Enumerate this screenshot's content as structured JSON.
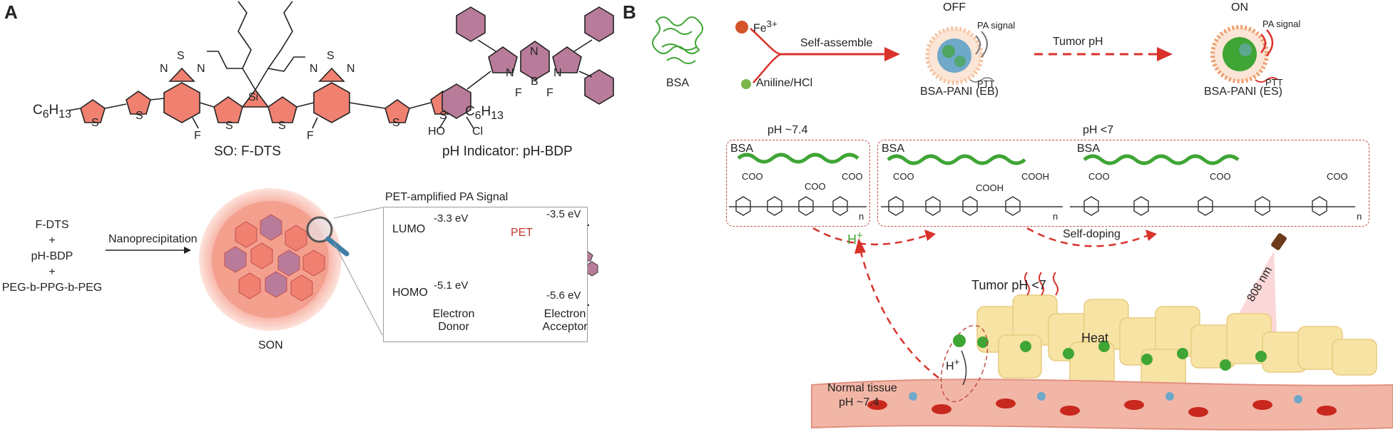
{
  "panel_a": {
    "letter": "A",
    "so_label": "SO: F-DTS",
    "ph_label": "pH Indicator: pH-BDP",
    "formula_sub": "6",
    "formula_sub2": "13",
    "atoms": {
      "S": "S",
      "N": "N",
      "Si": "Si",
      "F": "F",
      "B": "B",
      "HO": "HO",
      "Cl": "Cl"
    },
    "mixture": [
      "F-DTS",
      "+",
      "pH-BDP",
      "+",
      "PEG-b-PPG-b-PEG"
    ],
    "process_label": "Nanoprecipitation",
    "particle_label": "SON",
    "inset": {
      "title": "PET-amplified PA Signal",
      "lumo": "LUMO",
      "homo": "HOMO",
      "donor_lumo": "-3.3 eV",
      "donor_homo": "-5.1 eV",
      "acceptor_lumo": "-3.5 eV",
      "acceptor_homo": "-5.6 eV",
      "pet": "PET",
      "donor_line1": "Electron",
      "donor_line2": "Donor",
      "acceptor_line1": "Electron",
      "acceptor_line2": "Acceptor"
    }
  },
  "panel_b": {
    "letter": "B",
    "bsa": "BSA",
    "fe": "Fe",
    "fe_sup": "3+",
    "aniline": "Aniline/HCl",
    "self_assemble": "Self-assemble",
    "off": "OFF",
    "on": "ON",
    "pa_signal": "PA signal",
    "ptt": "PTT",
    "tumor_ph_arrow": "Tumor pH",
    "eb_label": "BSA-PANI (EB)",
    "es_label": "BSA-PANI (ES)",
    "ph_74": "pH ~7.4",
    "ph_lt7": "pH <7",
    "coo": "COO",
    "cooh": "COOH",
    "n": "n",
    "h_plus": "H",
    "self_doping": "Self-doping",
    "laser": "808 nm",
    "tumor_ph": "Tumor pH <7",
    "heat": "Heat",
    "normal_tissue": "Normal tissue",
    "normal_ph": "pH ~7.4"
  },
  "colors": {
    "salmon": "#f08070",
    "mauve": "#b87c9a",
    "red_arrow": "#d9322b",
    "protein_green": "#3fa535",
    "vessel": "#f2b6a6",
    "cells": "#f7e3a4"
  }
}
